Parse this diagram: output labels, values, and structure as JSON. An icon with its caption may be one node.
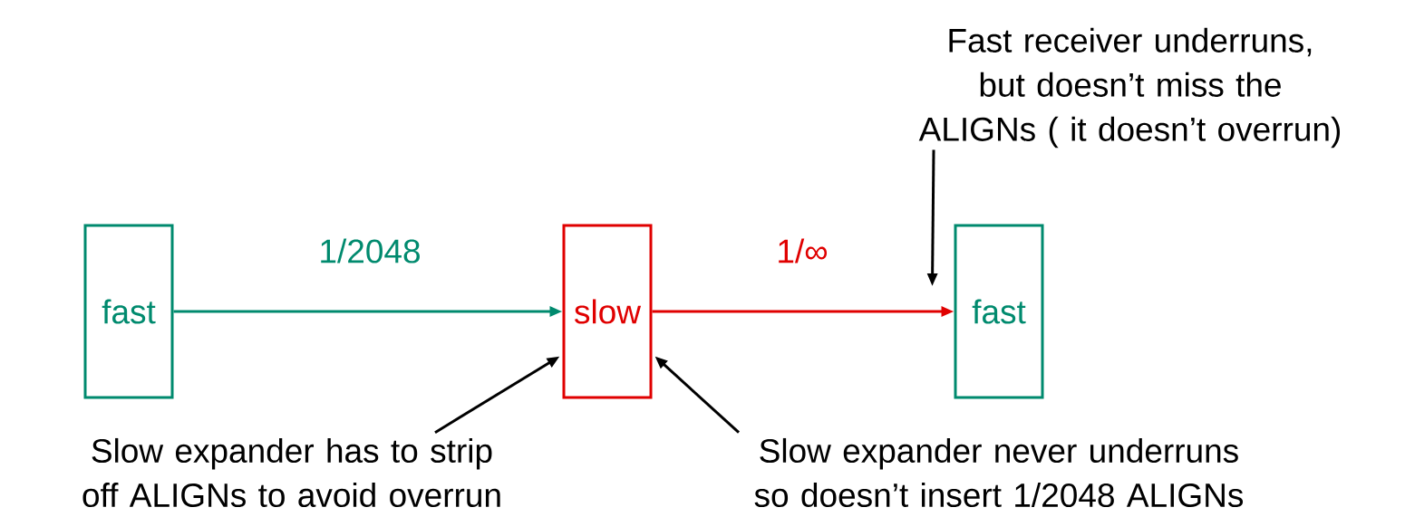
{
  "diagram": {
    "nodes": [
      {
        "text": [
          "fast"
        ]
      },
      {
        "text": [
          "slow"
        ]
      },
      {
        "text": [
          "fast"
        ]
      },
      {
        "text": [
          "Fast receiver underruns, but doesn’t miss the ALIGNs ( it doesn’t overrun)"
        ]
      },
      {
        "text": [
          "Slow expander has to strip off ALIGNs to avoid overrun"
        ]
      },
      {
        "text": [
          "Slow expander never underruns so doesn’t insert 1/2048 ALIGNs"
        ]
      }
    ],
    "edges": [
      {
        "from": 0,
        "to": 1,
        "arrow": "to",
        "label": "1/2048",
        "color": "#008a6e"
      },
      {
        "from": 1,
        "to": 2,
        "arrow": "to",
        "label": "1/∞",
        "color": "#e00000"
      },
      {
        "from": 3,
        "to": 2,
        "arrow": "to"
      },
      {
        "from": 4,
        "to": 1,
        "arrow": "to"
      },
      {
        "from": 5,
        "to": 1,
        "arrow": "to"
      }
    ]
  }
}
